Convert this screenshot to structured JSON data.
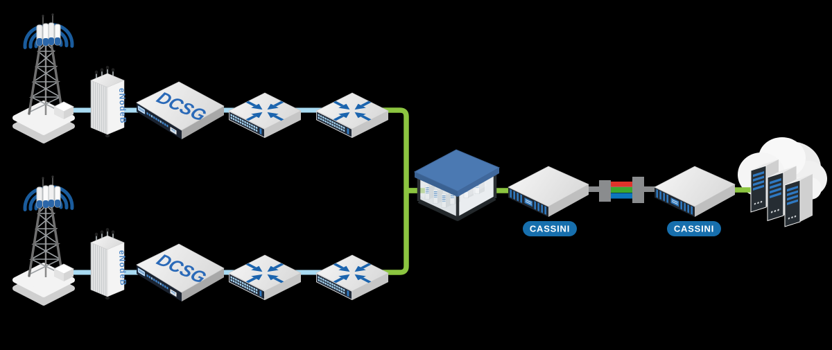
{
  "diagram_type": "mobile-backhaul-network-topology",
  "labels": {
    "enodeb_top": "eNodeB",
    "enodeb_bottom": "eNodeB",
    "dcsg_top": "DCSG",
    "dcsg_bottom": "DCSG",
    "cassini_left": "CASSINI",
    "cassini_right": "CASSINI"
  },
  "icons": [
    "cell-tower-icon",
    "radio-waves-icon",
    "enodeb-unit-icon",
    "dcsg-router-icon",
    "aggregation-switch-icon",
    "compress-arrows-icon",
    "central-office-building-icon",
    "cassini-muxponder-icon",
    "dwdm-fiber-wavelengths-icon",
    "cloud-icon",
    "server-rack-icon"
  ],
  "colors": {
    "background": "#000000",
    "access_link_blue": "#A8DAF2",
    "aggregation_link_green": "#8CC540",
    "signal_arc_blue": "#1A5C9D",
    "device_panel_navy": "#1B2330",
    "port_light_blue": "#A5D2EF",
    "accent_blue": "#2E77BC",
    "label_blue": "#2B6AB8",
    "badge_blue": "#176FAD",
    "roof_blue": "#4B79B2",
    "fiber_red": "#E0332B",
    "fiber_green": "#3EA82E",
    "fiber_blue": "#0C76BD",
    "fiber_gray": "#8A8C8E"
  }
}
